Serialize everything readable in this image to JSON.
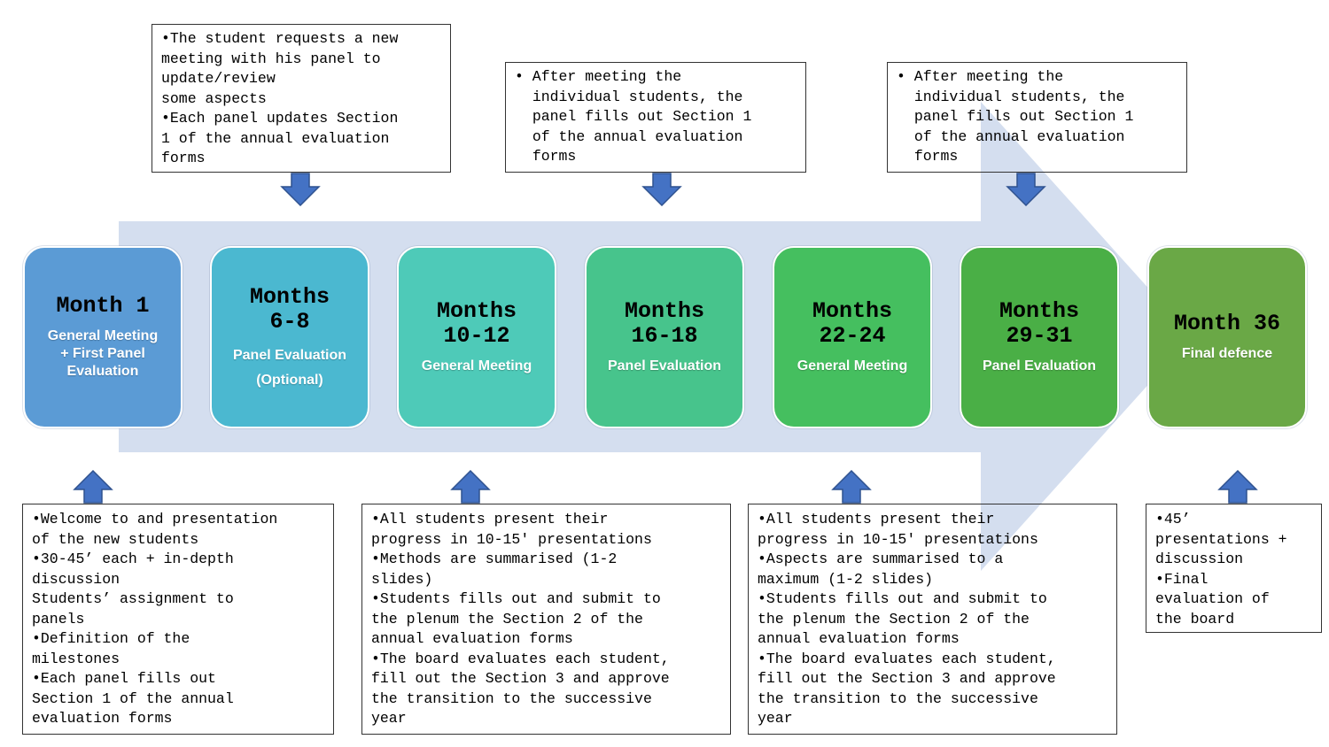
{
  "stages": [
    {
      "title": "Month 1",
      "subtitle": "General Meeting + First Panel Evaluation",
      "color": "#5b9bd5"
    },
    {
      "title": "Months 6-8",
      "subtitle": "Panel Evaluation",
      "subtitle2": "(Optional)",
      "color": "#4bb8d0"
    },
    {
      "title": "Months 10-12",
      "subtitle": "General Meeting",
      "color": "#4ecab8"
    },
    {
      "title": "Months 16-18",
      "subtitle": "Panel Evaluation",
      "color": "#47c48c"
    },
    {
      "title": "Months 22-24",
      "subtitle": "General Meeting",
      "color": "#45bf5f"
    },
    {
      "title": "Months 29-31",
      "subtitle": "Panel Evaluation",
      "color": "#4aaf46"
    },
    {
      "title": "Month 36",
      "subtitle": "Final defence",
      "color": "#6aa846"
    }
  ],
  "top_notes": [
    {
      "lines": [
        "•The student requests a new",
        "meeting with his panel to",
        "update/review",
        "some aspects",
        "•Each panel updates Section",
        "1 of the annual evaluation",
        "forms"
      ]
    },
    {
      "lines": [
        "• After meeting the",
        "  individual students, the",
        "  panel fills out Section 1",
        "  of the annual evaluation",
        "  forms"
      ]
    },
    {
      "lines": [
        "• After meeting the",
        "  individual students, the",
        "  panel fills out Section 1",
        "  of the annual evaluation",
        "  forms"
      ]
    }
  ],
  "bottom_notes": [
    {
      "lines": [
        "•Welcome to and presentation",
        "of the new students",
        "•30-45’ each + in-depth",
        "discussion",
        "Students’ assignment to",
        "panels",
        "•Definition of the",
        "milestones",
        "•Each panel fills out",
        "Section 1 of the annual",
        "evaluation forms"
      ]
    },
    {
      "lines": [
        "•All students present their",
        "progress in 10-15' presentations",
        "•Methods are summarised (1-2",
        "slides)",
        "•Students fills out and submit to",
        "the plenum the Section 2 of the",
        "annual evaluation forms",
        "•The board evaluates each student,",
        "fill out the Section 3 and approve",
        "the transition to the successive",
        "year"
      ]
    },
    {
      "lines": [
        "•All students present their",
        "progress in 10-15' presentations",
        "•Aspects are summarised to a",
        "maximum (1-2 slides)",
        "•Students fills out and submit to",
        "the plenum the Section 2 of the",
        "annual evaluation forms",
        "•The board evaluates each student,",
        "fill out the Section 3 and approve",
        "the transition to the successive",
        "year"
      ]
    },
    {
      "lines": [
        "•45’",
        "presentations +",
        "discussion",
        "•Final",
        "evaluation of",
        "the board"
      ]
    }
  ],
  "colors": {
    "timeline_arrow": "#d4deef",
    "pointer_arrow": "#4472c4",
    "pointer_border": "#2f528f"
  }
}
